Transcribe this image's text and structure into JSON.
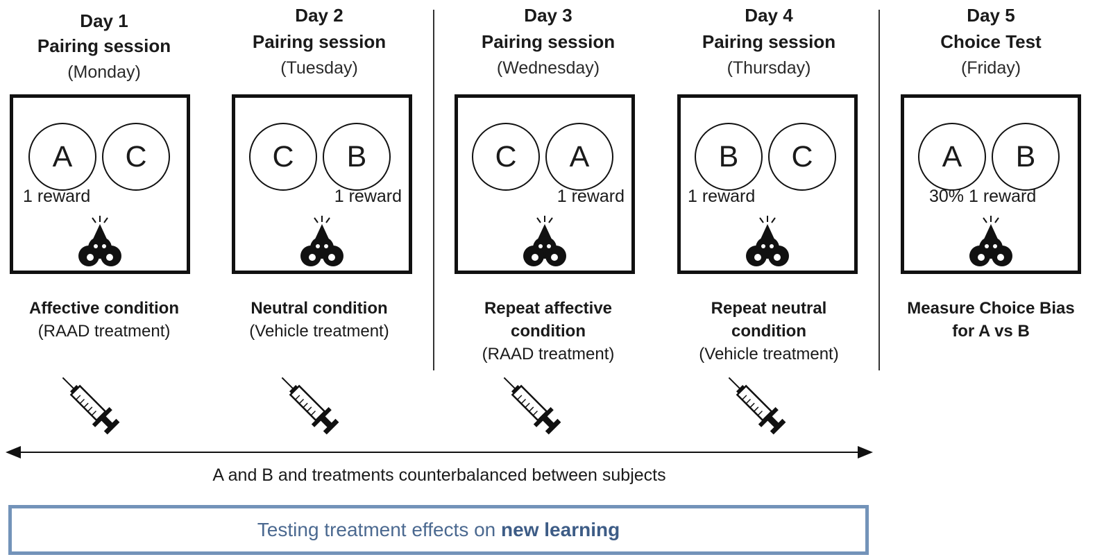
{
  "days": [
    {
      "title": "Day 1",
      "session": "Pairing session",
      "weekday": "(Monday)",
      "left": "A",
      "right": "C",
      "reward": "1 reward",
      "cond_bold": "Affective condition",
      "cond_bold2": "",
      "treatment": "(RAAD treatment)"
    },
    {
      "title": "Day 2",
      "session": "Pairing session",
      "weekday": "(Tuesday)",
      "left": "C",
      "right": "B",
      "reward": "1 reward",
      "cond_bold": "Neutral condition",
      "cond_bold2": "",
      "treatment": "(Vehicle treatment)"
    },
    {
      "title": "Day 3",
      "session": "Pairing session",
      "weekday": "(Wednesday)",
      "left": "C",
      "right": "A",
      "reward": "1 reward",
      "cond_bold": "Repeat affective",
      "cond_bold2": "condition",
      "treatment": "(RAAD treatment)"
    },
    {
      "title": "Day 4",
      "session": "Pairing session",
      "weekday": "(Thursday)",
      "left": "B",
      "right": "C",
      "reward": "1 reward",
      "cond_bold": "Repeat neutral",
      "cond_bold2": "condition",
      "treatment": "(Vehicle treatment)"
    },
    {
      "title": "Day 5",
      "session": "Choice Test",
      "weekday": "(Friday)",
      "left": "A",
      "right": "B",
      "reward": "30% 1 reward",
      "cond_bold": "Measure Choice Bias",
      "cond_bold2": "for A vs B",
      "treatment": ""
    }
  ],
  "counterbalance_text": "A and B and treatments counterbalanced between subjects",
  "bottom": {
    "prefix": "Testing treatment effects on ",
    "emphasis": "new learning"
  },
  "colors": {
    "box_border": "#7393b9",
    "box_text": "#4b6990",
    "ink": "#111111"
  },
  "icons": {
    "animal": "mouse-icon",
    "injection": "syringe-icon",
    "span": "double-arrow-icon"
  }
}
